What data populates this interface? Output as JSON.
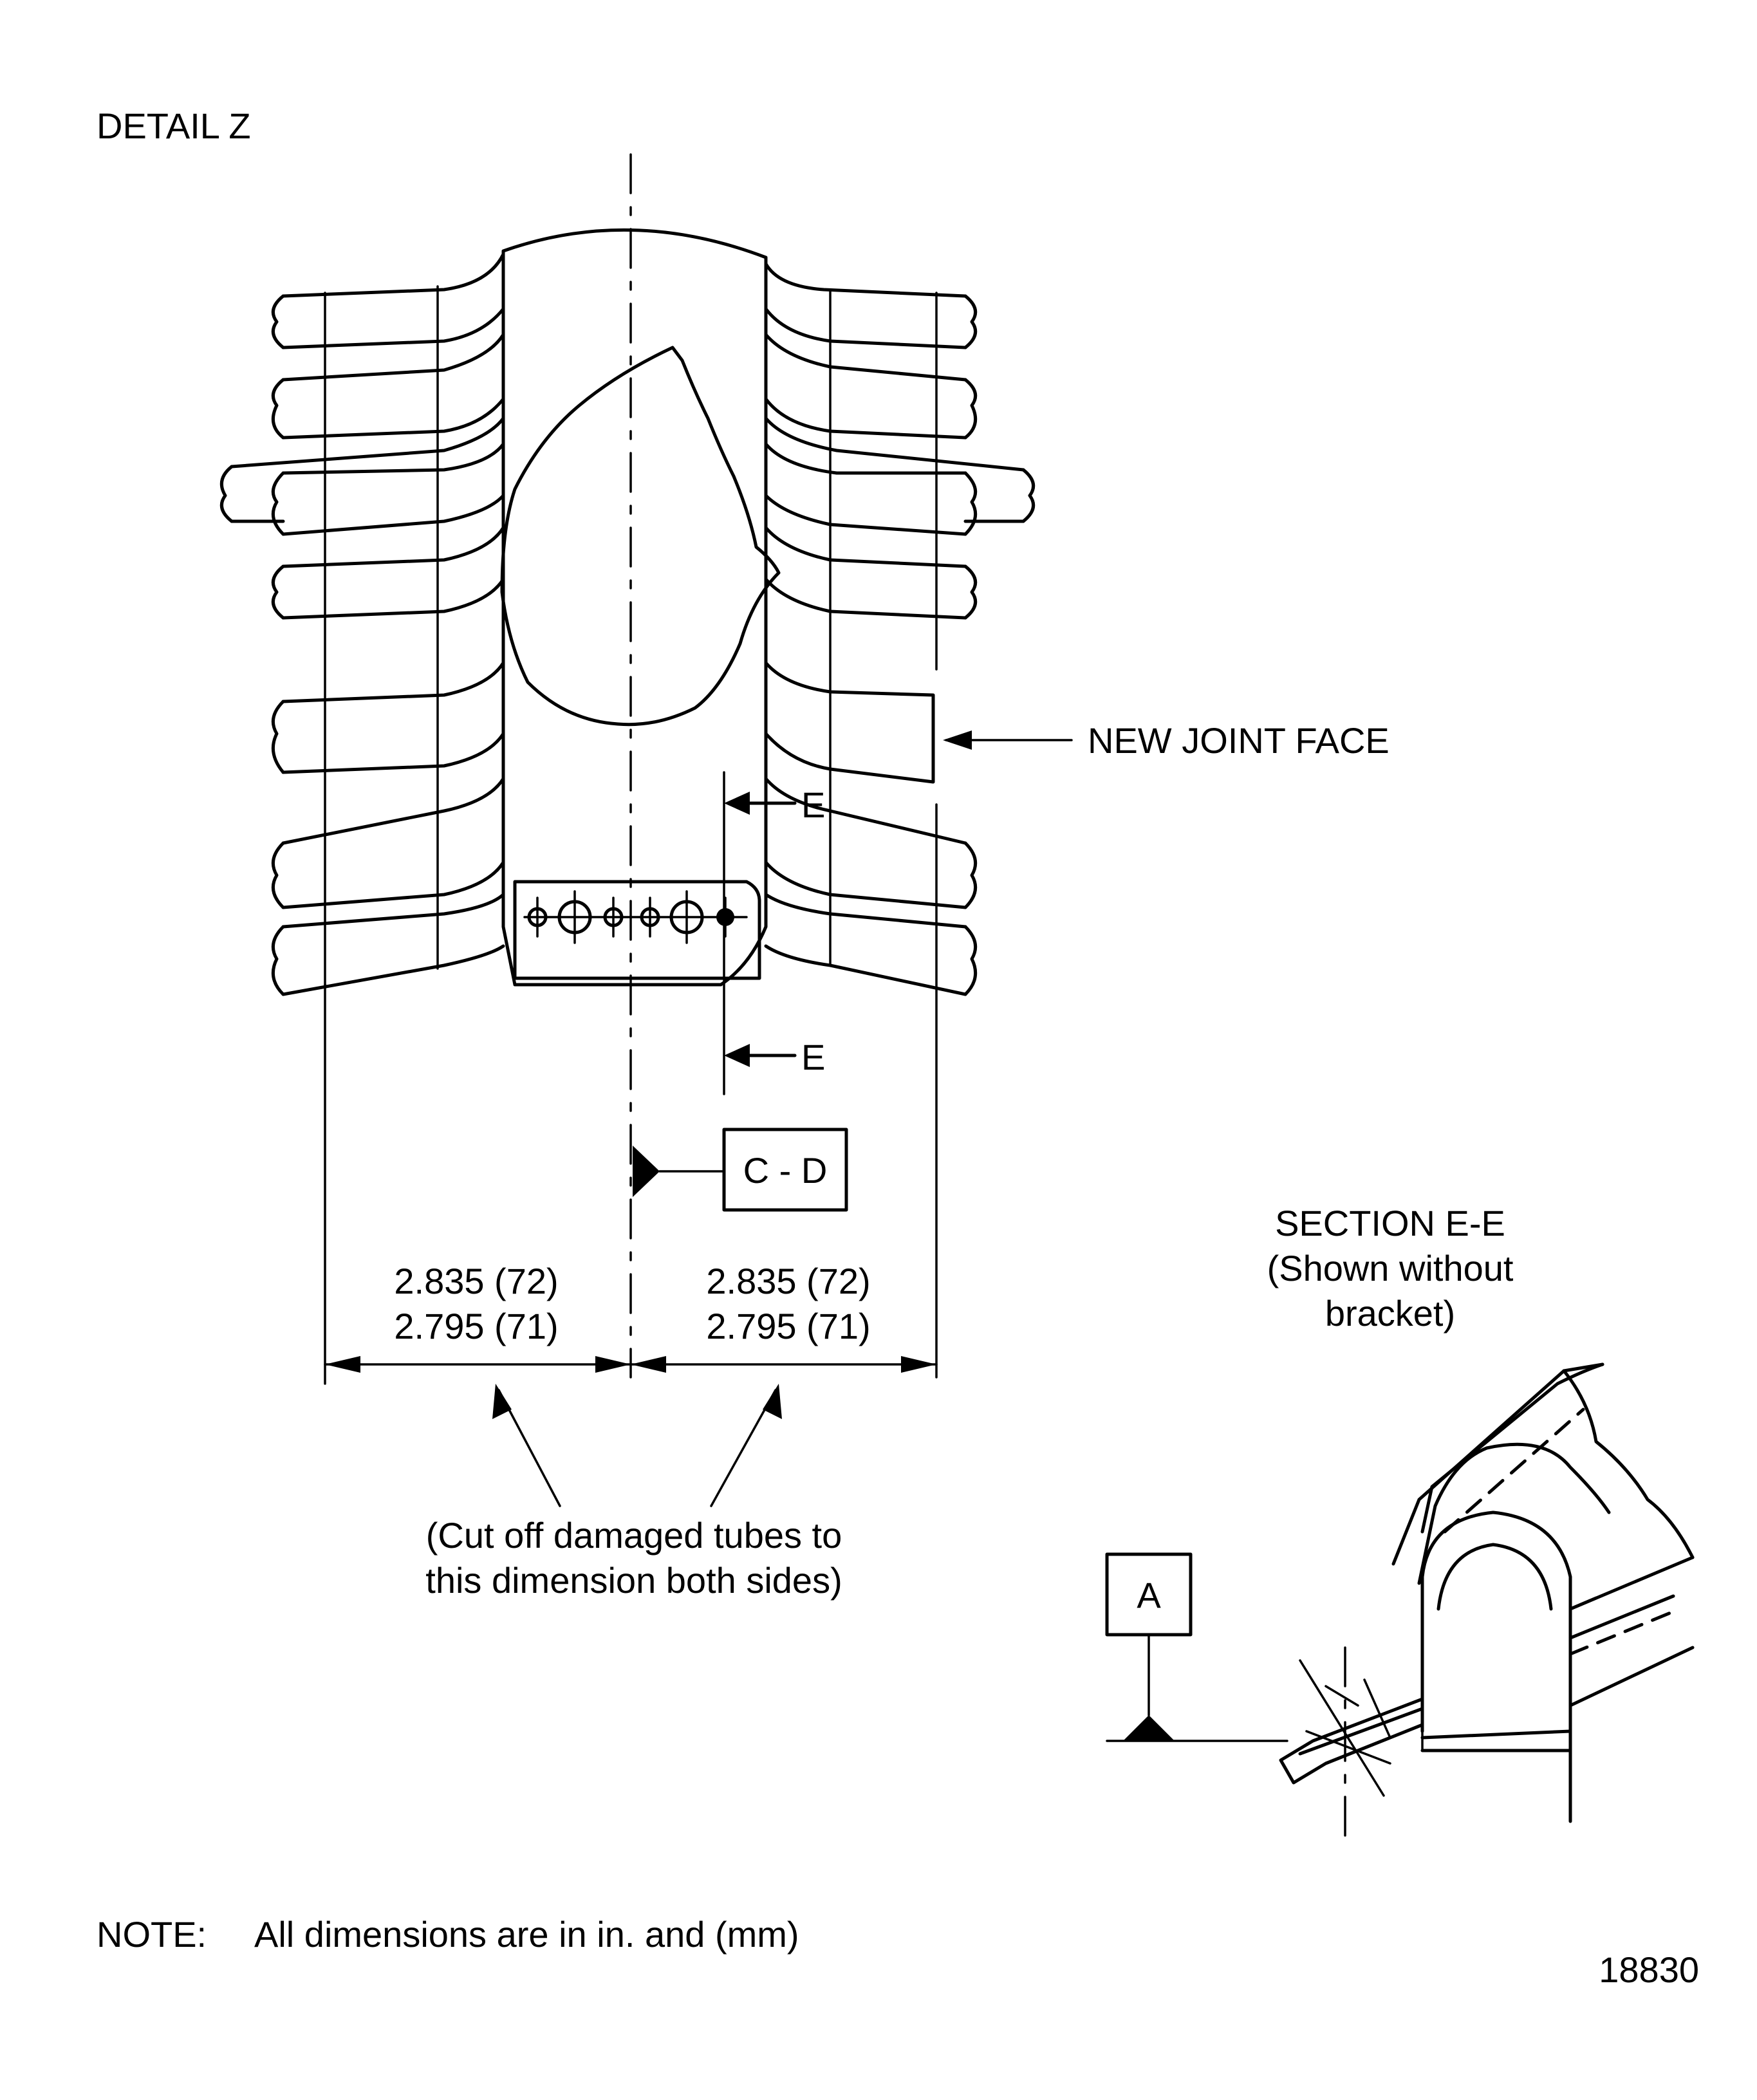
{
  "title": "DETAIL Z",
  "labels": {
    "new_joint_face": "NEW JOINT FACE",
    "section_mark": "E",
    "datum_cd": "C - D",
    "datum_a": "A",
    "dim_left_upper": "2.835 (72)",
    "dim_left_lower": "2.795 (71)",
    "dim_right_upper": "2.835 (72)",
    "dim_right_lower": "2.795 (71)",
    "cut_note_line1": "(Cut off damaged tubes to",
    "cut_note_line2": "this dimension both sides)",
    "section_title": "SECTION E-E",
    "section_sub1": "(Shown without",
    "section_sub2": "bracket)",
    "note_label": "NOTE:",
    "note_text": "All dimensions are in in. and (mm)",
    "figure_number": "18830"
  }
}
